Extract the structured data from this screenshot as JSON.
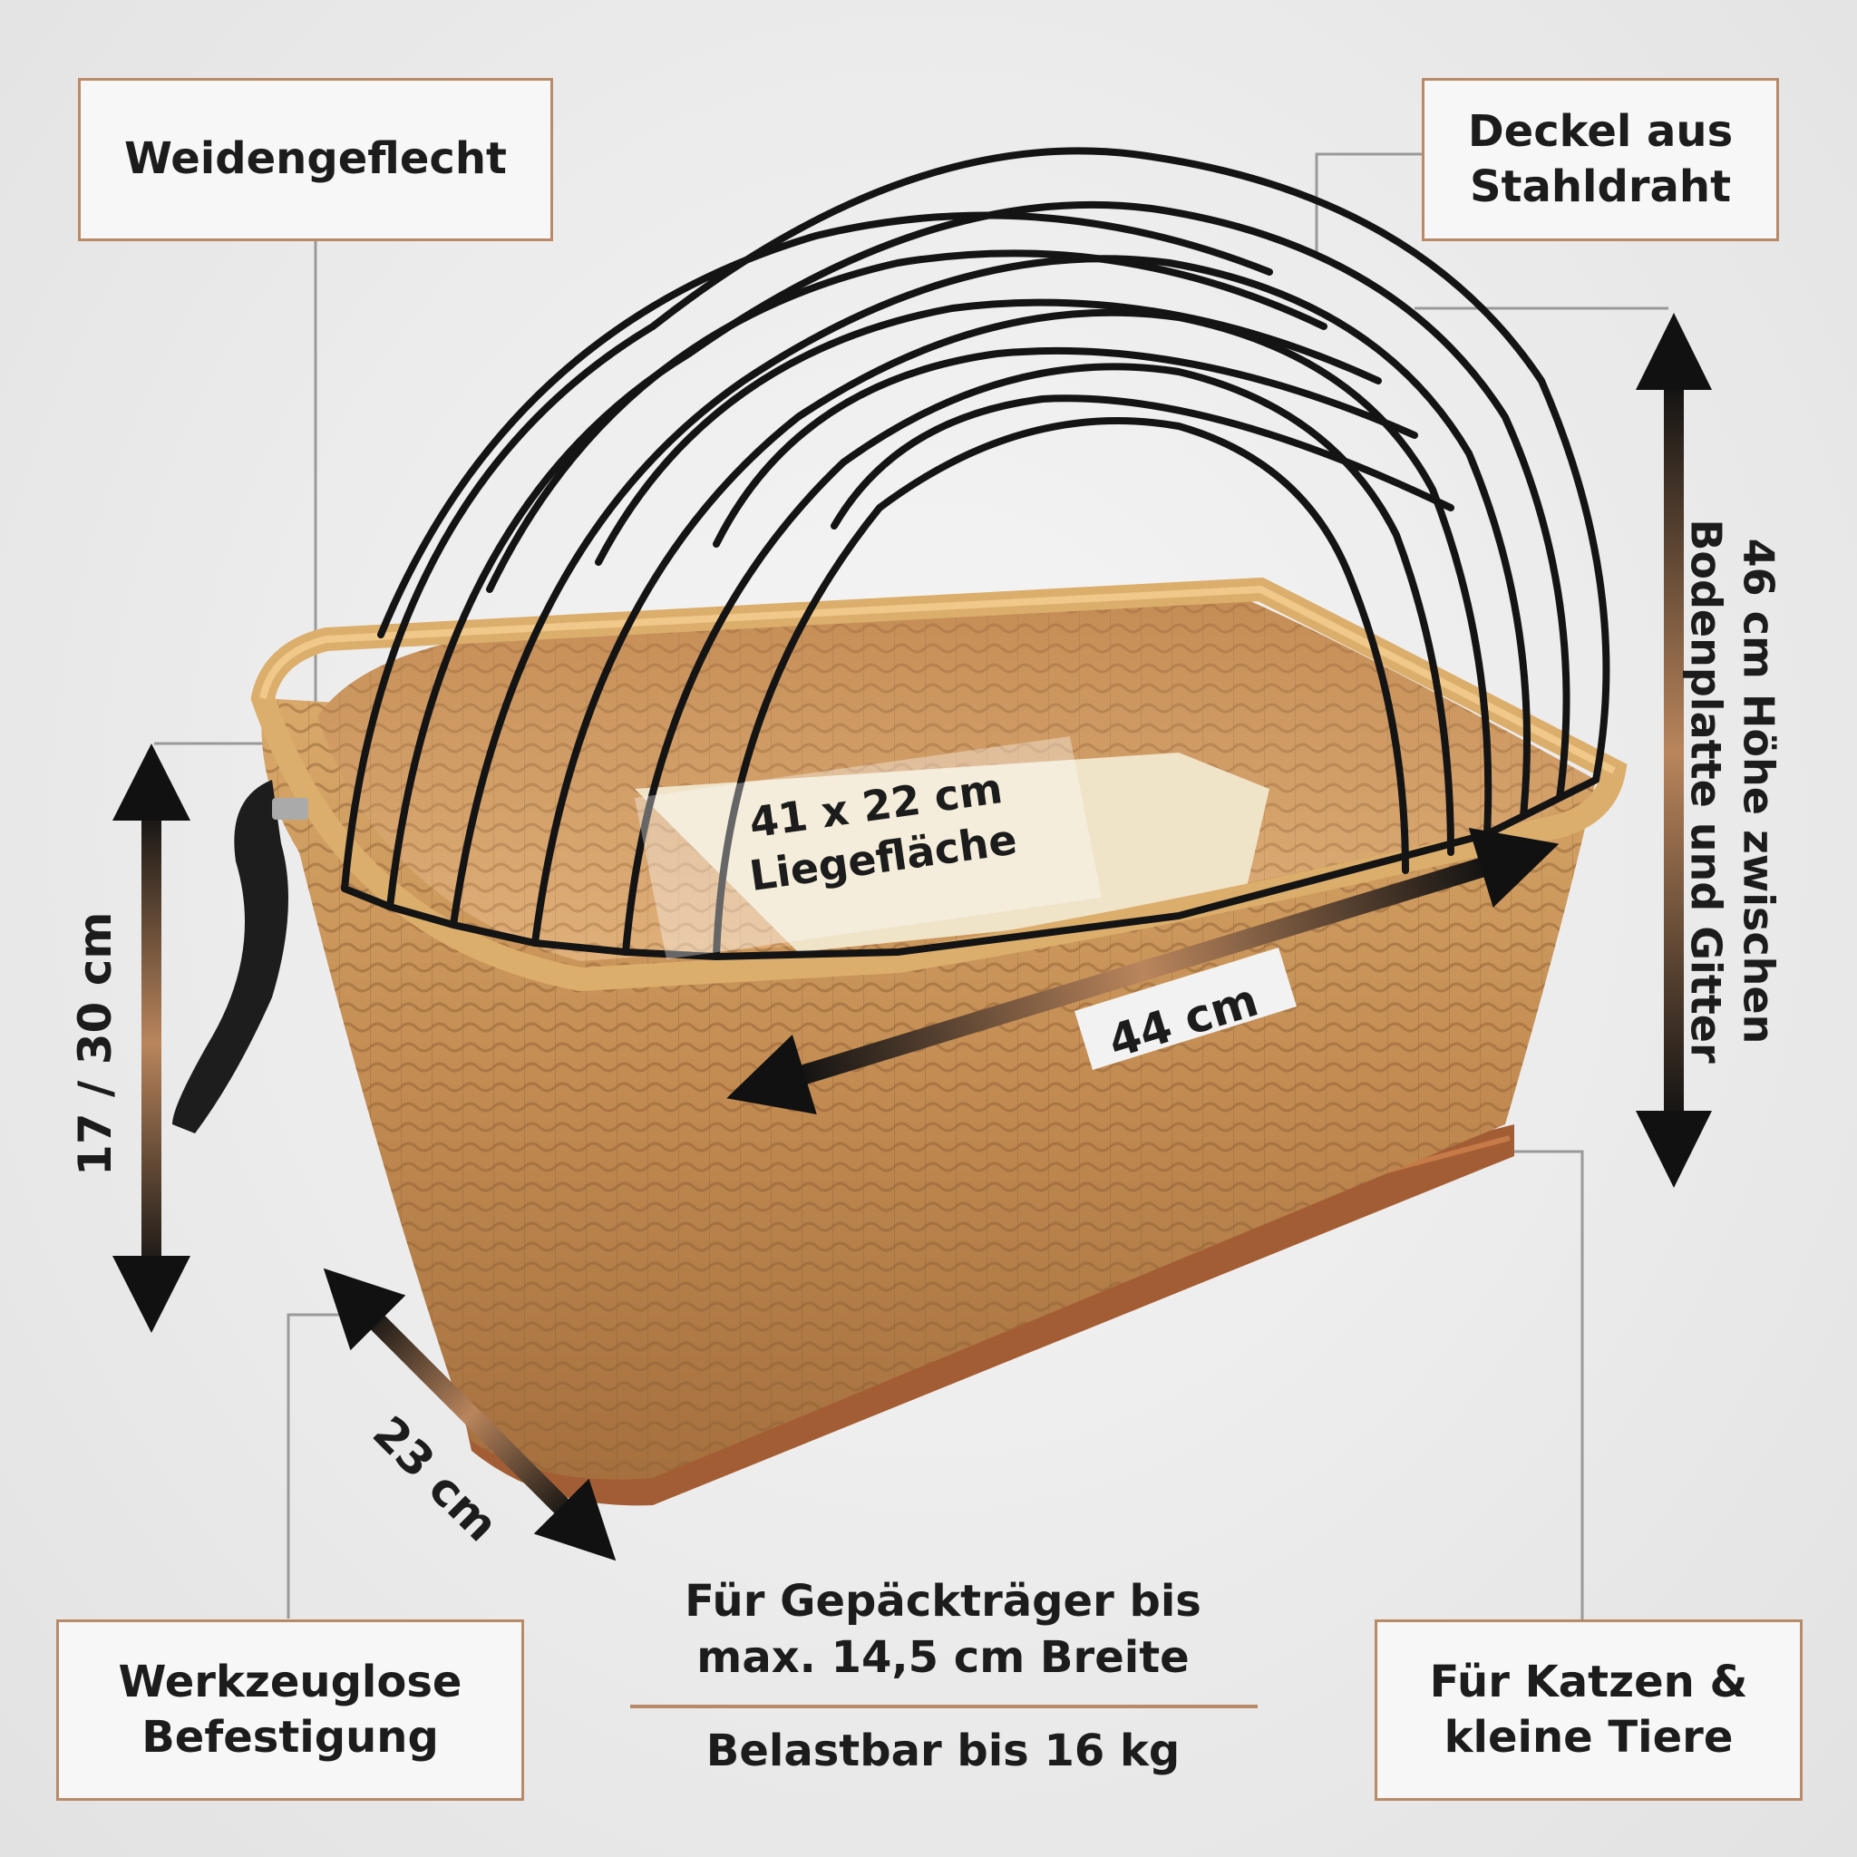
{
  "labels": {
    "weidengeflecht": "Weidengeflecht",
    "deckel": "Deckel aus\nStahldraht",
    "werkzeuglose": "Werkzeuglose\nBefestigung",
    "katzen": "Für Katzen &\nkleine Tiere"
  },
  "dimensions": {
    "liegeflaeche": "41 x 22 cm\nLiegefläche",
    "laenge": "44 cm",
    "hoehe_seite": "17 / 30 cm",
    "tiefe": "23 cm",
    "hoehe_gitter": "46 cm Höhe zwischen\nBodenplatte und Gitter"
  },
  "footer": {
    "gepaecktraeger": "Für Gepäckträger bis\nmax. 14,5 cm Breite",
    "belastbar": "Belastbar bis 16 kg"
  },
  "colors": {
    "accent": "#b98a68",
    "wicker": "#c8955a",
    "wire": "#151515",
    "base": "#a9643a"
  }
}
